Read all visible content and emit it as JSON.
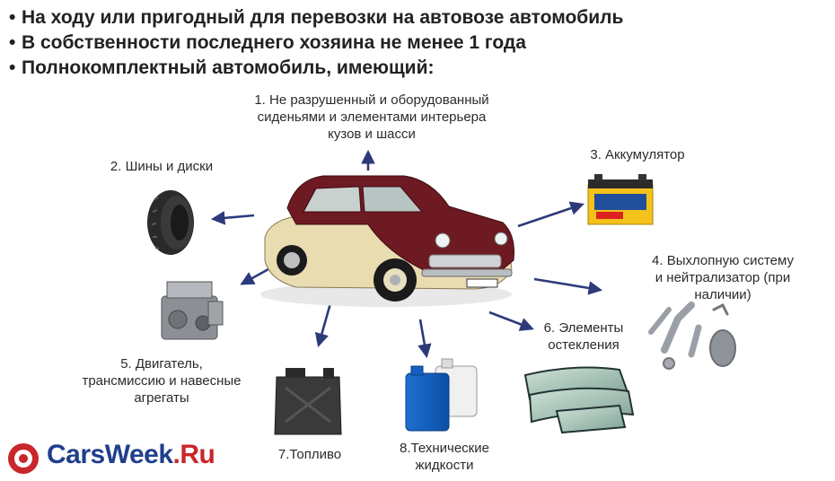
{
  "bullets": [
    "На ходу или пригодный для перевозки на автовозе  автомобиль",
    "В собственности последнего хозяина не менее 1 года",
    "Полнокомплектный автомобиль, имеющий:"
  ],
  "bullet_glyph": "•",
  "items": {
    "body": "1. Не разрушенный и оборудованный\nсиденьями и элементами интерьера\nкузов и шасси",
    "tires": "2. Шины и диски",
    "battery": "3. Аккумулятор",
    "exhaust": "4. Выхлопную систему\nи нейтрализатор (при\nналичии)",
    "engine": "5. Двигатель,\nтрансмиссию и навесные\nагрегаты",
    "glass": "6. Элементы\nостекления",
    "fuel": "7.Топливо",
    "fluids": "8.Технические\nжидкости"
  },
  "brand": {
    "name": "CarsWeek",
    "suffix": ".Ru"
  },
  "icons": [
    "car-icon",
    "tire-icon",
    "battery-icon",
    "exhaust-icon",
    "engine-icon",
    "glass-icon",
    "fuel-canister-icon",
    "fluid-canisters-icon",
    "brand-logo-icon"
  ],
  "colors": {
    "arrow": "#2d3a7a",
    "car_body": "#6e1a22",
    "car_lower": "#e8dcb0",
    "brand_blue": "#1f3f8c",
    "brand_red": "#c8262b"
  }
}
